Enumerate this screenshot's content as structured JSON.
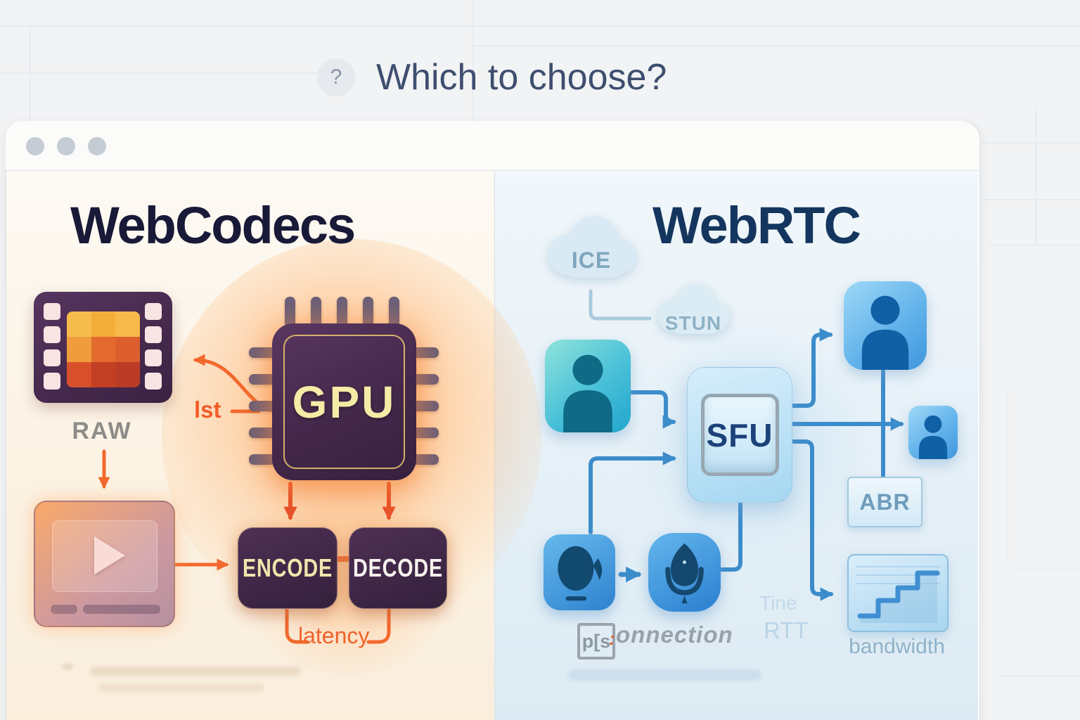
{
  "header": {
    "help_icon": "?",
    "title": "Which to choose?"
  },
  "window": {
    "control_dots": 3
  },
  "left_panel": {
    "title": "WebCodecs",
    "film_label": "RAW",
    "order_label": "lst",
    "chip_label": "GPU",
    "encode_label": "ENCODE",
    "decode_label": "DECODE",
    "latency_label": "latency",
    "accent_color": "#f2692e",
    "chip_color": "#44284c"
  },
  "right_panel": {
    "title": "WebRTC",
    "ice_label": "ICE",
    "stun_label": "STUN",
    "sfu_label": "SFU",
    "abr_label": "ABR",
    "bandwidth_label": "bandwidth",
    "time_label": "Tine",
    "rtt_label": "RTT",
    "connection_badge": "p[s",
    "connection_mark": ":",
    "connection_label": "onnection",
    "accent_color": "#3c8ccb"
  }
}
